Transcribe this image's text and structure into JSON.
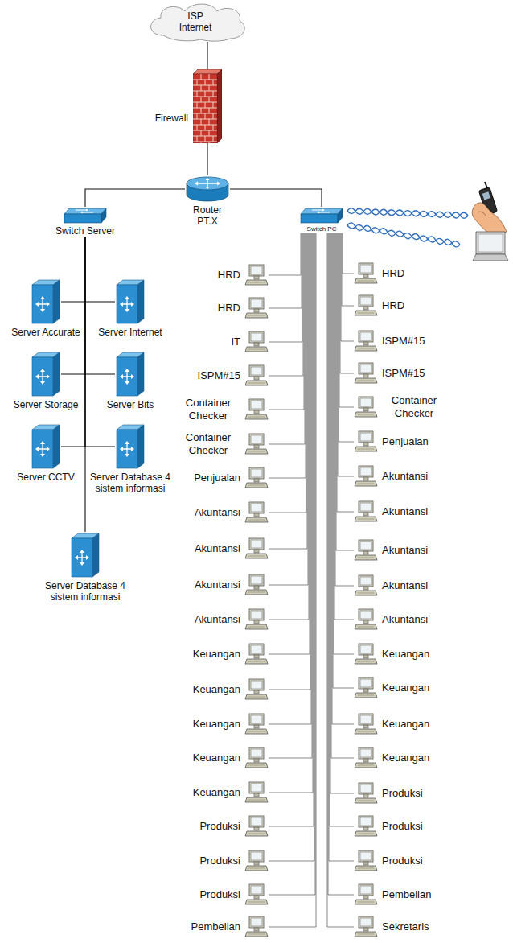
{
  "diagram": {
    "nodes": [
      {
        "text": [
          "ISP Internet"
        ]
      },
      {
        "text": [
          "Firewall"
        ]
      },
      {
        "text": [
          "Router PT.X"
        ]
      },
      {
        "text": [
          "Switch Server"
        ]
      },
      {
        "text": [
          "Switch PC"
        ]
      },
      {
        "text": [
          "Server Accurate"
        ]
      },
      {
        "text": [
          "Server Internet"
        ]
      },
      {
        "text": [
          "Server Storage"
        ]
      },
      {
        "text": [
          "Server Bits"
        ]
      },
      {
        "text": [
          "Server CCTV"
        ]
      },
      {
        "text": [
          "Server Database 4 sistem informasi"
        ]
      },
      {
        "text": [
          "Server Database 4 sistem informasi"
        ]
      },
      {
        "text": [
          "HRD"
        ]
      },
      {
        "text": [
          "HRD"
        ]
      },
      {
        "text": [
          "HRD"
        ]
      },
      {
        "text": [
          "HRD"
        ]
      },
      {
        "text": [
          "IT"
        ]
      },
      {
        "text": [
          "ISPM#15"
        ]
      },
      {
        "text": [
          "ISPM#15"
        ]
      },
      {
        "text": [
          "ISPM#15"
        ]
      },
      {
        "text": [
          "Container Checker"
        ]
      },
      {
        "text": [
          "Container Checker"
        ]
      },
      {
        "text": [
          "Container Checker"
        ]
      },
      {
        "text": [
          "Penjualan"
        ]
      },
      {
        "text": [
          "Penjualan"
        ]
      },
      {
        "text": [
          "Akuntansi"
        ]
      },
      {
        "text": [
          "Akuntansi"
        ]
      },
      {
        "text": [
          "Akuntansi"
        ]
      },
      {
        "text": [
          "Akuntansi"
        ]
      },
      {
        "text": [
          "Akuntansi"
        ]
      },
      {
        "text": [
          "Akuntansi"
        ]
      },
      {
        "text": [
          "Akuntansi"
        ]
      },
      {
        "text": [
          "Akuntansi"
        ]
      },
      {
        "text": [
          "Akuntansi"
        ]
      },
      {
        "text": [
          "Keuangan"
        ]
      },
      {
        "text": [
          "Keuangan"
        ]
      },
      {
        "text": [
          "Keuangan"
        ]
      },
      {
        "text": [
          "Keuangan"
        ]
      },
      {
        "text": [
          "Keuangan"
        ]
      },
      {
        "text": [
          "Keuangan"
        ]
      },
      {
        "text": [
          "Keuangan"
        ]
      },
      {
        "text": [
          "Keuangan"
        ]
      },
      {
        "text": [
          "Keuangan"
        ]
      },
      {
        "text": [
          "Produksi"
        ]
      },
      {
        "text": [
          "Produksi"
        ]
      },
      {
        "text": [
          "Produksi"
        ]
      },
      {
        "text": [
          "Produksi"
        ]
      },
      {
        "text": [
          "Produksi"
        ]
      },
      {
        "text": [
          "Produksi"
        ]
      },
      {
        "text": [
          "Pembelian"
        ]
      },
      {
        "text": [
          "Pembelian"
        ]
      },
      {
        "text": [
          "Sekretaris"
        ]
      }
    ],
    "edges": [
      {
        "from": 0,
        "to": 1,
        "arrow": "none"
      },
      {
        "from": 1,
        "to": 2,
        "arrow": "none"
      },
      {
        "from": 2,
        "to": 3,
        "arrow": "none"
      },
      {
        "from": 2,
        "to": 4,
        "arrow": "none"
      },
      {
        "from": 3,
        "to": 5,
        "arrow": "none"
      },
      {
        "from": 3,
        "to": 6,
        "arrow": "none"
      },
      {
        "from": 3,
        "to": 7,
        "arrow": "none"
      },
      {
        "from": 3,
        "to": 8,
        "arrow": "none"
      },
      {
        "from": 3,
        "to": 9,
        "arrow": "none"
      },
      {
        "from": 3,
        "to": 10,
        "arrow": "none"
      },
      {
        "from": 3,
        "to": 11,
        "arrow": "none"
      },
      {
        "from": 4,
        "to": 12,
        "arrow": "none"
      },
      {
        "from": 4,
        "to": 13,
        "arrow": "none"
      },
      {
        "from": 4,
        "to": 14,
        "arrow": "none"
      },
      {
        "from": 4,
        "to": 15,
        "arrow": "none"
      },
      {
        "from": 4,
        "to": 16,
        "arrow": "none"
      },
      {
        "from": 4,
        "to": 17,
        "arrow": "none"
      },
      {
        "from": 4,
        "to": 18,
        "arrow": "none"
      },
      {
        "from": 4,
        "to": 19,
        "arrow": "none"
      },
      {
        "from": 4,
        "to": 20,
        "arrow": "none"
      },
      {
        "from": 4,
        "to": 21,
        "arrow": "none"
      },
      {
        "from": 4,
        "to": 22,
        "arrow": "none"
      },
      {
        "from": 4,
        "to": 23,
        "arrow": "none"
      },
      {
        "from": 4,
        "to": 24,
        "arrow": "none"
      },
      {
        "from": 4,
        "to": 25,
        "arrow": "none"
      },
      {
        "from": 4,
        "to": 26,
        "arrow": "none"
      },
      {
        "from": 4,
        "to": 27,
        "arrow": "none"
      },
      {
        "from": 4,
        "to": 28,
        "arrow": "none"
      },
      {
        "from": 4,
        "to": 29,
        "arrow": "none"
      },
      {
        "from": 4,
        "to": 30,
        "arrow": "none"
      },
      {
        "from": 4,
        "to": 31,
        "arrow": "none"
      },
      {
        "from": 4,
        "to": 32,
        "arrow": "none"
      },
      {
        "from": 4,
        "to": 33,
        "arrow": "none"
      },
      {
        "from": 4,
        "to": 34,
        "arrow": "none"
      },
      {
        "from": 4,
        "to": 35,
        "arrow": "none"
      },
      {
        "from": 4,
        "to": 36,
        "arrow": "none"
      },
      {
        "from": 4,
        "to": 37,
        "arrow": "none"
      },
      {
        "from": 4,
        "to": 38,
        "arrow": "none"
      },
      {
        "from": 4,
        "to": 39,
        "arrow": "none"
      },
      {
        "from": 4,
        "to": 40,
        "arrow": "none"
      },
      {
        "from": 4,
        "to": 41,
        "arrow": "none"
      },
      {
        "from": 4,
        "to": 42,
        "arrow": "none"
      },
      {
        "from": 4,
        "to": 43,
        "arrow": "none"
      },
      {
        "from": 4,
        "to": 44,
        "arrow": "none"
      },
      {
        "from": 4,
        "to": 45,
        "arrow": "none"
      },
      {
        "from": 4,
        "to": 46,
        "arrow": "none"
      },
      {
        "from": 4,
        "to": 47,
        "arrow": "none"
      },
      {
        "from": 4,
        "to": 48,
        "arrow": "none"
      },
      {
        "from": 4,
        "to": 49,
        "arrow": "none"
      },
      {
        "from": 4,
        "to": 50,
        "arrow": "none"
      },
      {
        "from": 4,
        "to": 51,
        "arrow": "none"
      }
    ]
  }
}
